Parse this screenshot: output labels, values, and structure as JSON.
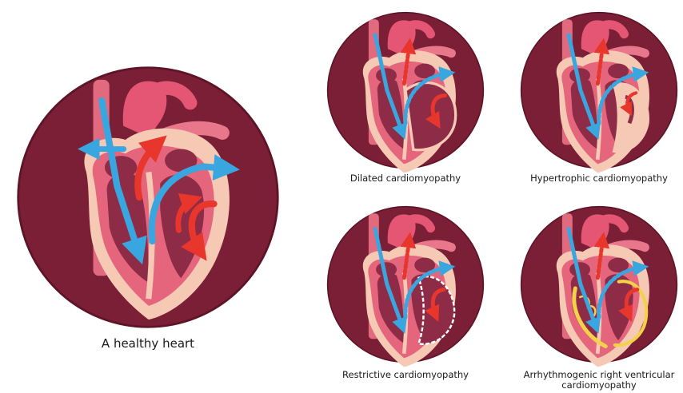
{
  "panels": {
    "healthy": {
      "label": "A healthy heart"
    },
    "dilated": {
      "label": "Dilated cardiomyopathy"
    },
    "hypertrophic": {
      "label": "Hypertrophic cardiomyopathy"
    },
    "restrictive": {
      "label": "Restrictive cardiomyopathy"
    },
    "arvc": {
      "label_line1": "Arrhythmogenic right ventricular",
      "label_line2": "cardiomyopathy"
    }
  },
  "colors": {
    "circle": "#7a1f35",
    "circle_edge": "#5e1427",
    "heart_pink": "#e4607a",
    "heart_light": "#f6c9b4",
    "chamber": "#8e2c47",
    "blue_flow": "#3aa6e0",
    "red_flow": "#e8362c",
    "fibrosis": "#f3d24a"
  }
}
